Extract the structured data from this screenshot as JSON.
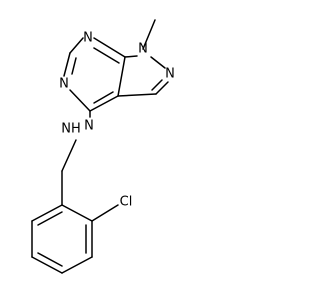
{
  "molecule": {
    "atoms": {
      "n7": "N",
      "n1": "N",
      "n2": "N",
      "n5": "N",
      "n3": "N",
      "nh": "NH",
      "cl": "Cl"
    }
  },
  "colors": {
    "bond": "#000000",
    "label": "#000000",
    "background": "#ffffff"
  }
}
